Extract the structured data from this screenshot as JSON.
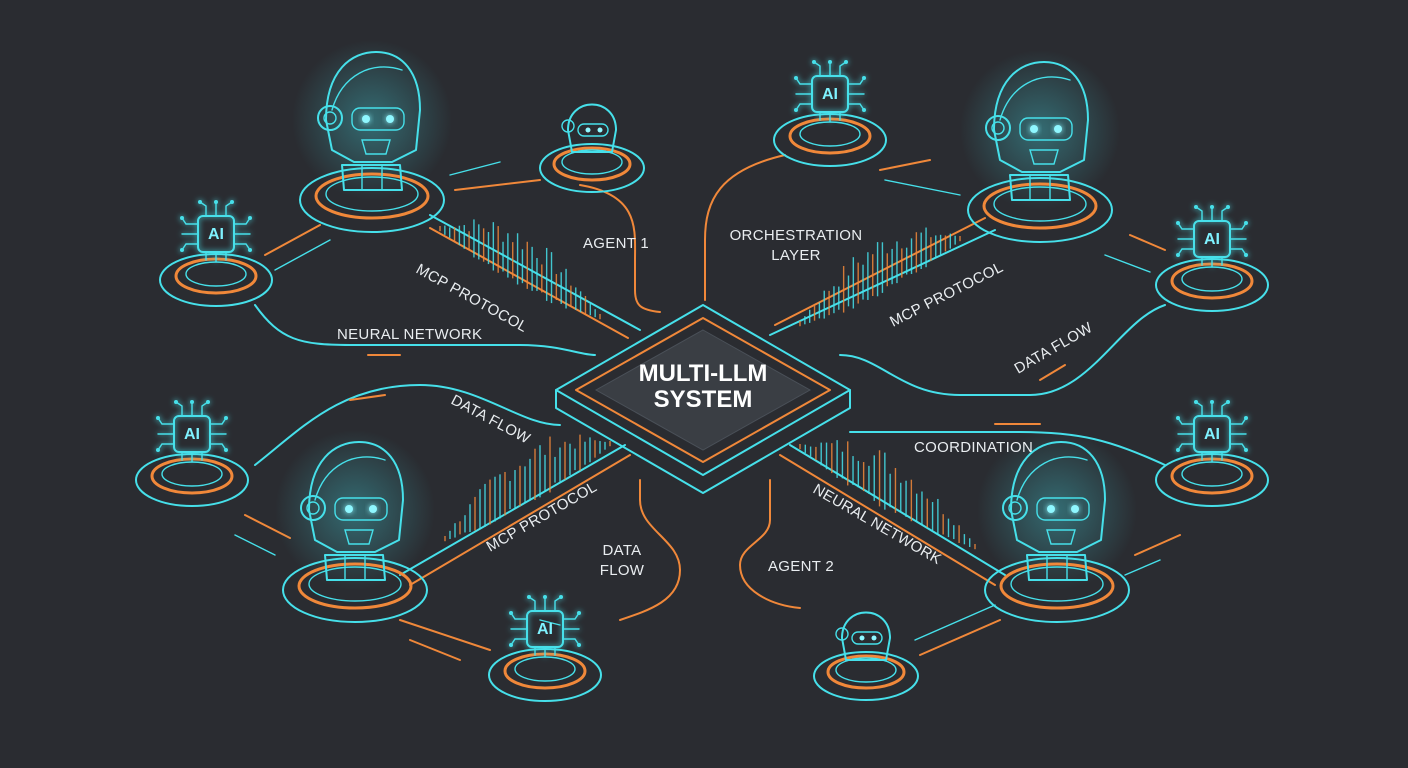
{
  "center": {
    "line1": "MULTI-LLM",
    "line2": "SYSTEM"
  },
  "labels": {
    "agent_1": "AGENT 1",
    "orchestration_1": "ORCHESTRATION",
    "orchestration_2": "LAYER",
    "mcp_protocol_top_left": "MCP PROTOCOL",
    "mcp_protocol_top_right": "MCP PROTOCOL",
    "mcp_protocol_bottom_left": "MCP PROTOCOL",
    "neural_network_left": "NEURAL NETWORK",
    "neural_network_bottom_right": "NEURAL NETWORK",
    "data_flow_right": "DATA FLOW",
    "data_flow_left": "DATA FLOW",
    "data_flow_bottom_1": "DATA",
    "data_flow_bottom_2": "FLOW",
    "coordination": "COORDINATION",
    "agent_2": "AGENT 2"
  },
  "chip_label": "AI",
  "nodes": [
    {
      "name": "robot-head-top-left",
      "icon": "robot-head-icon"
    },
    {
      "name": "robot-small-top",
      "icon": "small-robot-icon"
    },
    {
      "name": "ai-chip-top",
      "icon": "ai-chip-icon"
    },
    {
      "name": "robot-head-top-right",
      "icon": "robot-head-icon"
    },
    {
      "name": "ai-chip-left-upper",
      "icon": "ai-chip-icon"
    },
    {
      "name": "ai-chip-right-upper",
      "icon": "ai-chip-icon"
    },
    {
      "name": "ai-chip-left-lower",
      "icon": "ai-chip-icon"
    },
    {
      "name": "ai-chip-right-lower",
      "icon": "ai-chip-icon"
    },
    {
      "name": "robot-head-bottom-left",
      "icon": "robot-head-icon"
    },
    {
      "name": "ai-chip-bottom",
      "icon": "ai-chip-icon"
    },
    {
      "name": "robot-small-bottom",
      "icon": "small-robot-icon"
    },
    {
      "name": "robot-head-bottom-right",
      "icon": "robot-head-icon"
    }
  ],
  "colors": {
    "background": "#2a2c31",
    "cyan": "#46e0ea",
    "orange": "#f0883a",
    "hub_fill": "#3a3e44"
  }
}
